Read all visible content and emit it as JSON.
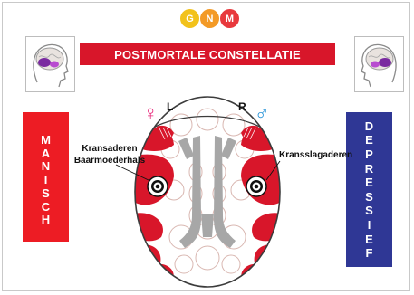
{
  "logo": {
    "letters": [
      "G",
      "N",
      "M"
    ]
  },
  "title": "POSTMORTALE CONSTELLATIE",
  "left_panel_letters": [
    "M",
    "A",
    "N",
    "I",
    "S",
    "C",
    "H"
  ],
  "right_panel_letters": [
    "D",
    "E",
    "P",
    "R",
    "E",
    "S",
    "S",
    "I",
    "E",
    "F"
  ],
  "side_labels": {
    "left": "L",
    "right": "R"
  },
  "gender_symbols": {
    "female": "♀",
    "male": "♂"
  },
  "annotations": {
    "left_line1": "Kransaderen",
    "left_line2": "Baarmoederhals",
    "right": "Kransslagaderen"
  },
  "colors": {
    "red": "#d8162a",
    "blue": "#2f3795",
    "female_symbol": "#e8267a",
    "male_symbol": "#1e8fd6"
  }
}
